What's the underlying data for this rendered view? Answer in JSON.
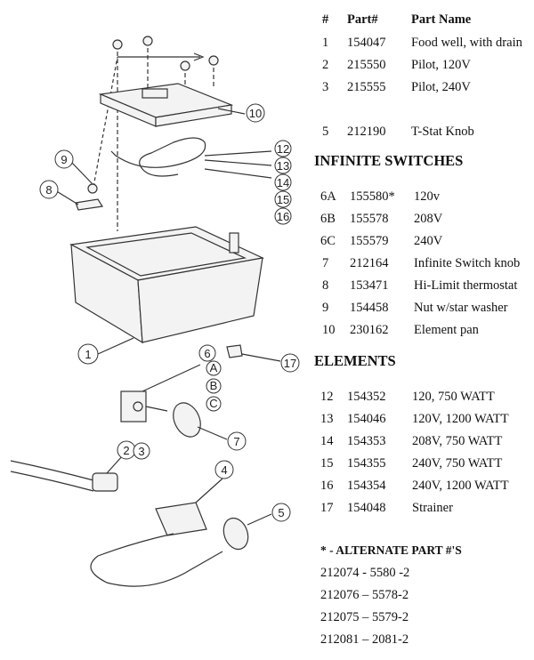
{
  "table_header": {
    "num": "#",
    "part_no": "Part#",
    "name": "Part Name"
  },
  "parts": [
    {
      "num": "1",
      "part_no": "154047",
      "name": "Food well, with drain"
    },
    {
      "num": "2",
      "part_no": "215550",
      "name": "Pilot, 120V"
    },
    {
      "num": "3",
      "part_no": "215555",
      "name": "Pilot, 240V"
    },
    {
      "num": "5",
      "part_no": "212190",
      "name": "T-Stat Knob"
    }
  ],
  "infinite_switches": {
    "heading": "INFINITE SWITCHES",
    "rows": [
      {
        "num": "6A",
        "part_no": "155580*",
        "name": "120v"
      },
      {
        "num": "6B",
        "part_no": "155578",
        "name": "208V"
      },
      {
        "num": "6C",
        "part_no": "155579",
        "name": "240V"
      },
      {
        "num": "7",
        "part_no": "212164",
        "name": "Infinite Switch knob"
      },
      {
        "num": "8",
        "part_no": "153471",
        "name": "Hi-Limit thermostat"
      },
      {
        "num": "9",
        "part_no": "154458",
        "name": "Nut w/star washer"
      },
      {
        "num": "10",
        "part_no": "230162",
        "name": "Element pan"
      }
    ]
  },
  "elements": {
    "heading": "ELEMENTS",
    "rows": [
      {
        "num": "12",
        "part_no": "154352",
        "name": "120, 750 WATT"
      },
      {
        "num": "13",
        "part_no": "154046",
        "name": "120V, 1200 WATT"
      },
      {
        "num": "14",
        "part_no": "154353",
        "name": "208V, 750 WATT"
      },
      {
        "num": "15",
        "part_no": "154355",
        "name": "240V, 750 WATT"
      },
      {
        "num": "16",
        "part_no": "154354",
        "name": "240V, 1200 WATT"
      },
      {
        "num": "17",
        "part_no": "154048",
        "name": "Strainer"
      }
    ]
  },
  "alternate": {
    "heading": "* - ALTERNATE PART #'S",
    "rows": [
      "212074  - 5580 -2",
      "212076  – 5578-2",
      "212075  – 5579-2",
      "212081  – 2081-2"
    ]
  },
  "callouts": [
    "1",
    "2",
    "3",
    "4",
    "5",
    "6",
    "A",
    "B",
    "C",
    "7",
    "8",
    "9",
    "10",
    "12",
    "13",
    "14",
    "15",
    "16",
    "17"
  ]
}
